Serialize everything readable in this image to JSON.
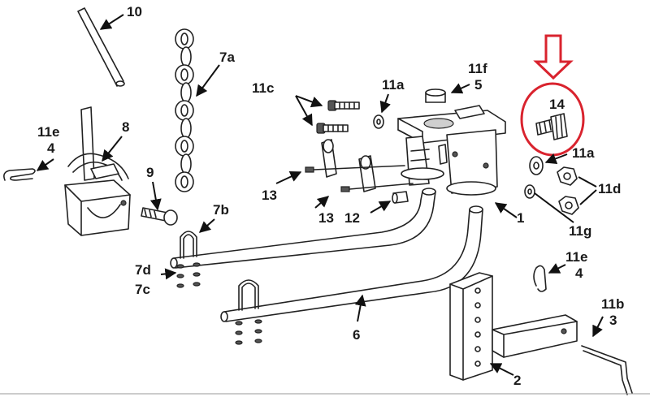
{
  "labels": {
    "p10": "10",
    "p7a": "7a",
    "p11c": "11c",
    "p11a_top": "11a",
    "p11f": "11f",
    "p5": "5",
    "p14": "14",
    "p11e_left": "11e",
    "p4_left": "4",
    "p8": "8",
    "p9": "9",
    "p11a_right": "11a",
    "p11d": "11d",
    "p13_a": "13",
    "p13_b": "13",
    "p12": "12",
    "p1": "1",
    "p11g": "11g",
    "p7b": "7b",
    "p7d": "7d",
    "p7c": "7c",
    "p11e_right": "11e",
    "p4_right": "4",
    "p11b": "11b",
    "p3": "3",
    "p6": "6",
    "p2": "2"
  },
  "colors": {
    "ink": "#222222",
    "highlight": "#d9232e",
    "background": "#ffffff"
  }
}
